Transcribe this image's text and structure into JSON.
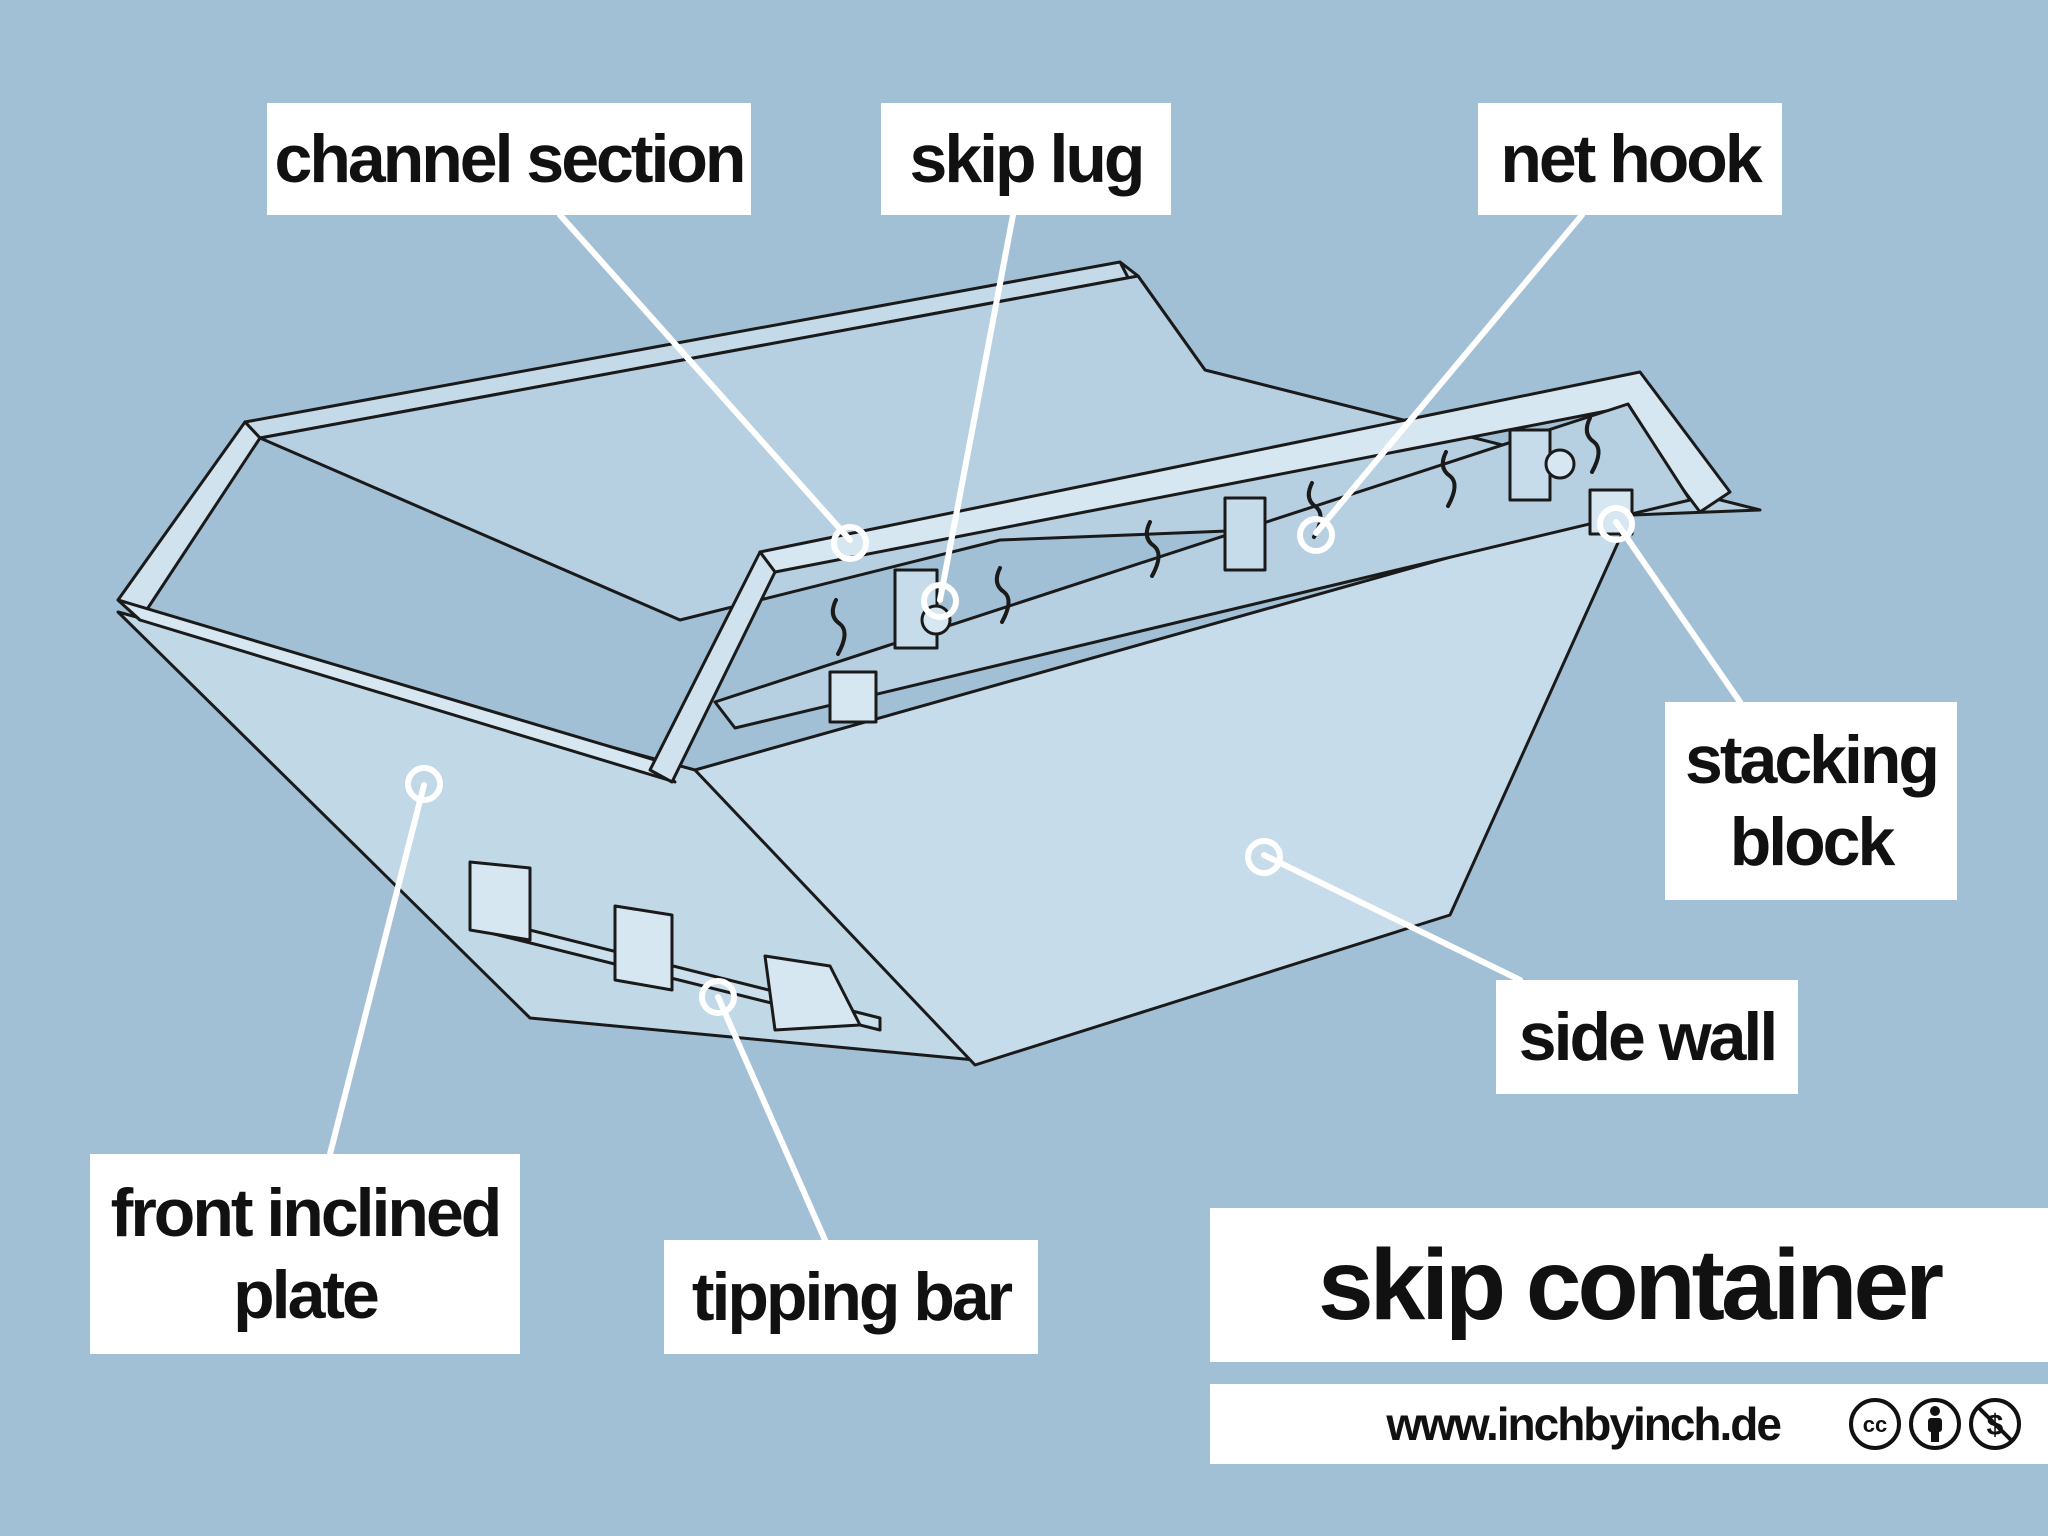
{
  "title": "skip container",
  "website": "www.inchbyinch.de",
  "license_icons": [
    "cc-icon",
    "attribution-icon",
    "non-commercial-icon"
  ],
  "labels": {
    "channel_section": "channel section",
    "skip_lug": "skip lug",
    "net_hook": "net hook",
    "stacking_block": [
      "stacking",
      "block"
    ],
    "side_wall": "side wall",
    "front_inclined_plate": [
      "front inclined",
      "plate"
    ],
    "tipping_bar": "tipping bar"
  },
  "colors": {
    "background": "#a2c0d5",
    "container_fill": "#cbe0ec",
    "outline": "#1a1a1a",
    "label_box": "#ffffff",
    "leader_line": "#ffffff"
  }
}
